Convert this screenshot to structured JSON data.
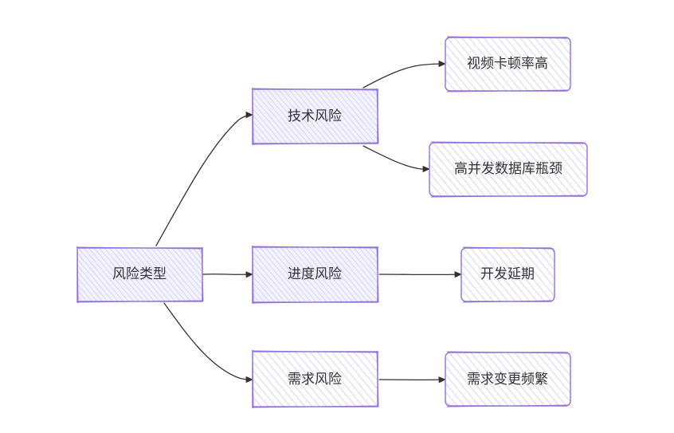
{
  "diagram": {
    "type": "flowchart",
    "direction": "left-to-right",
    "style": "hand-drawn",
    "colors": {
      "node_fill": "#ececff",
      "node_stroke": "#9370db",
      "edge": "#333333",
      "text": "#333333"
    },
    "nodes": [
      {
        "id": "root",
        "label": "风险类型"
      },
      {
        "id": "tech",
        "label": "技术风险"
      },
      {
        "id": "schedule",
        "label": "进度风险"
      },
      {
        "id": "req",
        "label": "需求风险"
      },
      {
        "id": "video",
        "label": "视频卡顿率高"
      },
      {
        "id": "db",
        "label": "高并发数据库瓶颈"
      },
      {
        "id": "delay",
        "label": "开发延期"
      },
      {
        "id": "change",
        "label": "需求变更频繁"
      }
    ],
    "edges": [
      {
        "from": "root",
        "to": "tech"
      },
      {
        "from": "root",
        "to": "schedule"
      },
      {
        "from": "root",
        "to": "req"
      },
      {
        "from": "tech",
        "to": "video"
      },
      {
        "from": "tech",
        "to": "db"
      },
      {
        "from": "schedule",
        "to": "delay"
      },
      {
        "from": "req",
        "to": "change"
      }
    ]
  }
}
